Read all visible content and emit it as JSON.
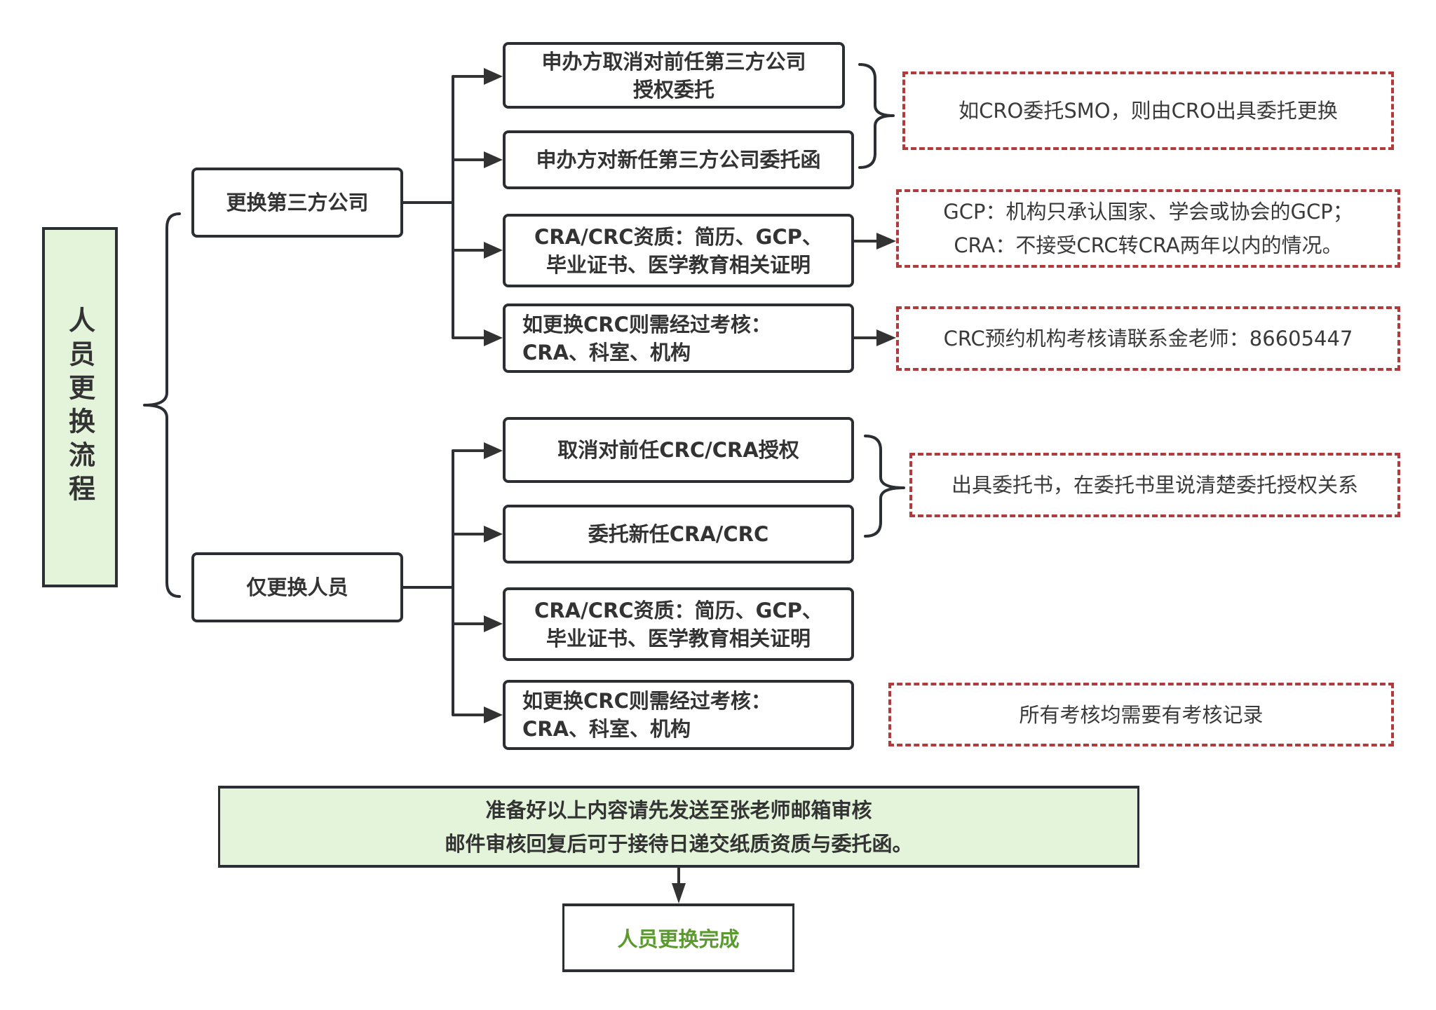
{
  "title": "人员更换流程",
  "colors": {
    "node_border": "#2b2f33",
    "root_fill": "#e3f4da",
    "note_border": "#b03a3c",
    "final_text": "#5a9a2e"
  },
  "branches": [
    {
      "label": "更换第三方公司",
      "steps": [
        {
          "text": "申办方取消对前任第三方公司\n授权委托"
        },
        {
          "text": "申办方对新任第三方公司委托函"
        },
        {
          "text": "CRA/CRC资质：简历、GCP、\n毕业证书、医学教育相关证明"
        },
        {
          "text": "如更换CRC则需经过考核：\nCRA、科室、机构"
        }
      ],
      "notes": [
        {
          "text": "如CRO委托SMO，则由CRO出具委托更换"
        },
        {
          "text": "GCP：机构只承认国家、学会或协会的GCP；\nCRA：不接受CRC转CRA两年以内的情况。"
        },
        {
          "text": "CRC预约机构考核请联系金老师：86605447"
        }
      ]
    },
    {
      "label": "仅更换人员",
      "steps": [
        {
          "text": "取消对前任CRC/CRA授权"
        },
        {
          "text": "委托新任CRA/CRC"
        },
        {
          "text": "CRA/CRC资质：简历、GCP、\n毕业证书、医学教育相关证明"
        },
        {
          "text": "如更换CRC则需经过考核：\nCRA、科室、机构"
        }
      ],
      "notes": [
        {
          "text": "出具委托书，在委托书里说清楚委托授权关系"
        },
        {
          "text": "所有考核均需要有考核记录"
        }
      ]
    }
  ],
  "summary": {
    "line1": "准备好以上内容请先发送至张老师邮箱审核",
    "line2": "邮件审核回复后可于接待日递交纸质资质与委托函。"
  },
  "final": "人员更换完成"
}
